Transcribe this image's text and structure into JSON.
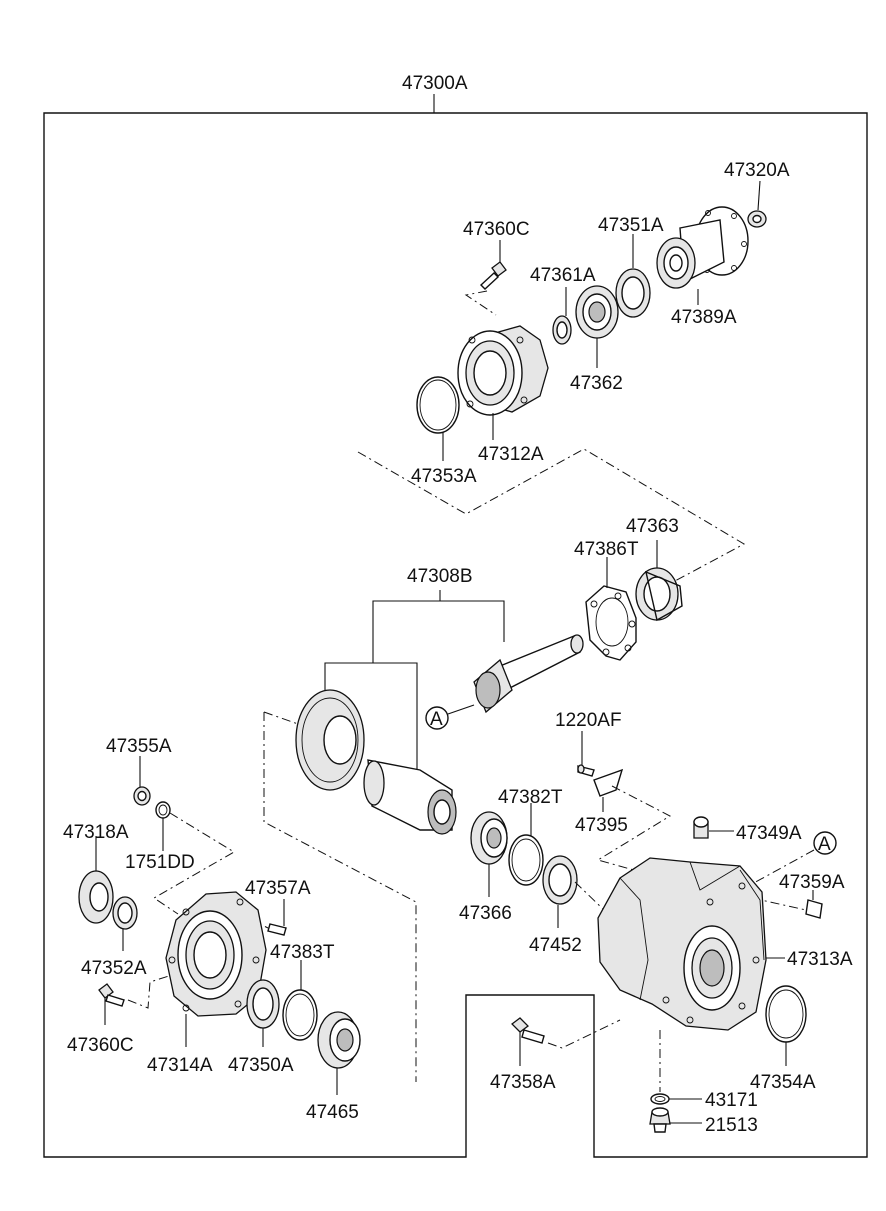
{
  "diagram": {
    "assembly_label": "47300A",
    "parts": {
      "p47320A": "47320A",
      "p47360C_top": "47360C",
      "p47351A": "47351A",
      "p47361A": "47361A",
      "p47389A": "47389A",
      "p47362": "47362",
      "p47353A": "47353A",
      "p47312A": "47312A",
      "p47363": "47363",
      "p47386T": "47386T",
      "p47308B": "47308B",
      "callout_A": "A",
      "p1220AF": "1220AF",
      "p47355A": "47355A",
      "p47382T": "47382T",
      "p47395": "47395",
      "p47318A": "47318A",
      "p1751DD": "1751DD",
      "p47349A": "47349A",
      "p47357A": "47357A",
      "p47359A": "47359A",
      "p47366": "47366",
      "p47352A": "47352A",
      "p47383T": "47383T",
      "p47452": "47452",
      "p47313A": "47313A",
      "p47360C_bottom": "47360C",
      "p47314A": "47314A",
      "p47350A": "47350A",
      "p47358A": "47358A",
      "p47354A": "47354A",
      "p43171": "43171",
      "p47465": "47465",
      "p21513": "21513"
    }
  }
}
